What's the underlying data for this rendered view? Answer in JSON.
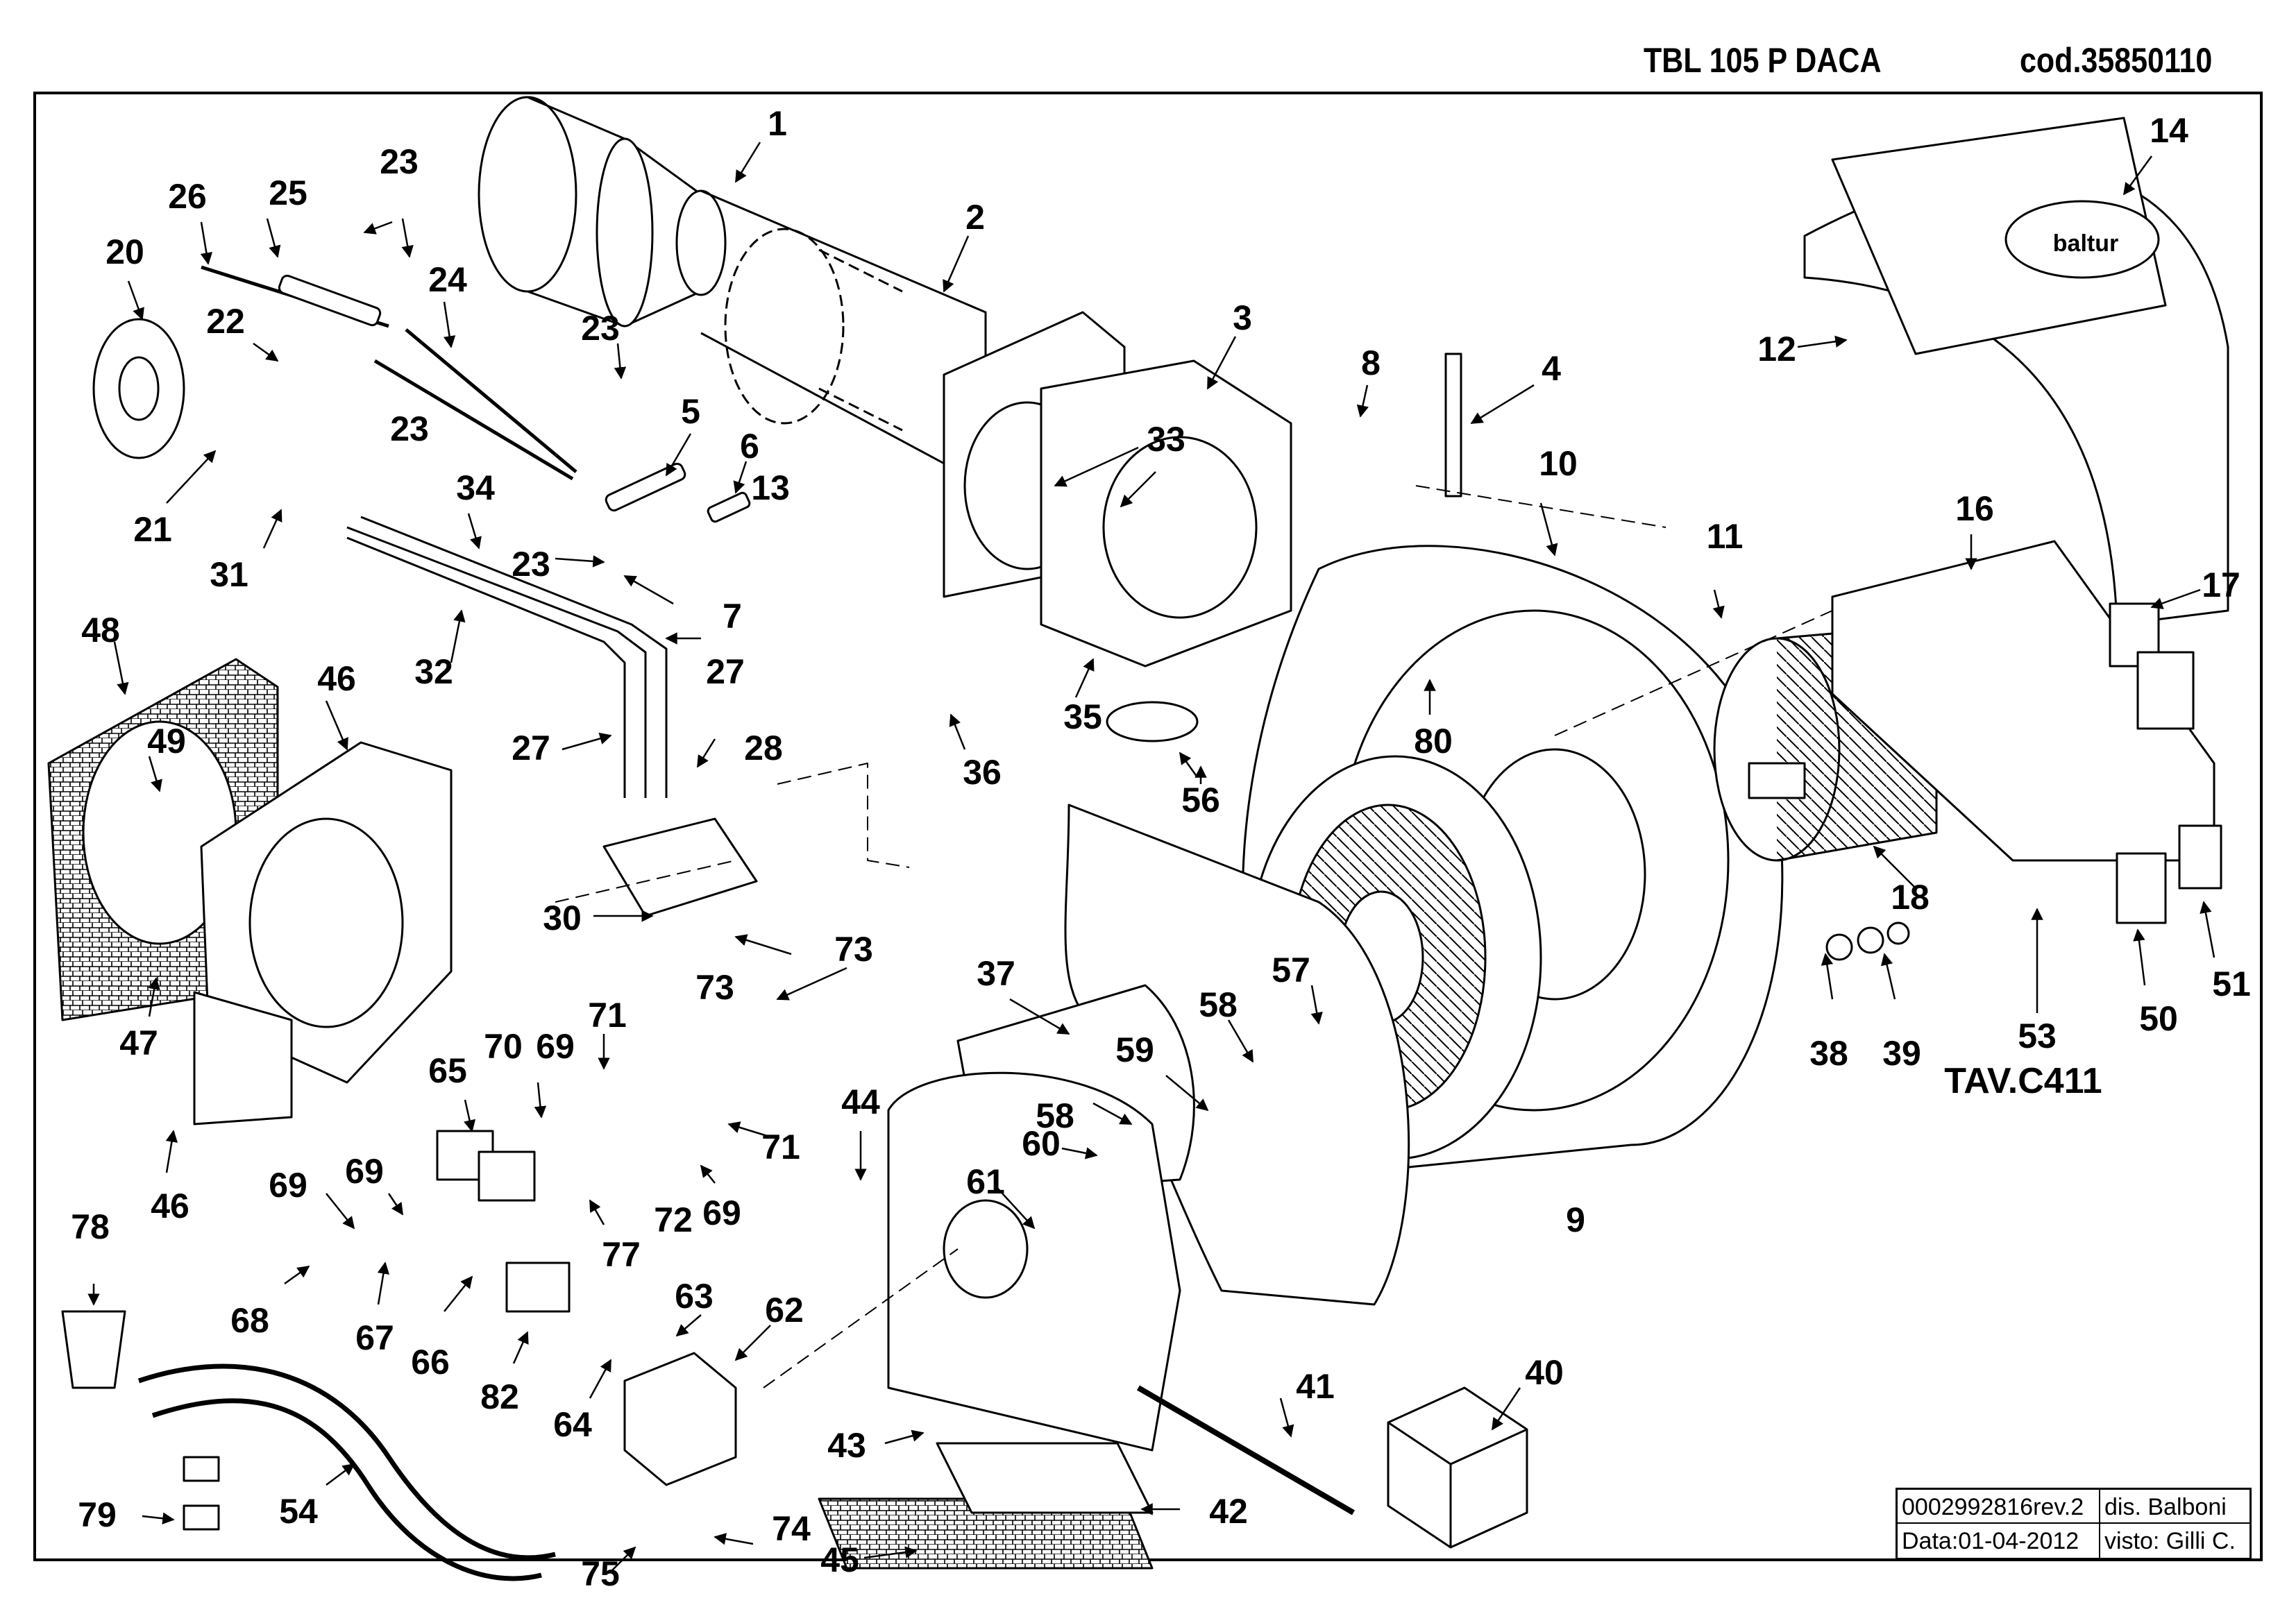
{
  "header": {
    "model": "TBL 105 P  DACA",
    "code": "cod.35850110"
  },
  "table_ref": "TAV.C411",
  "brand": "baltur",
  "title_block": {
    "drawing_number": "0002992816rev.2",
    "drawn_by": "dis. Balboni",
    "date": "Data:01-04-2012",
    "checked_by": "visto: Gilli C."
  },
  "callouts": [
    {
      "id": "c1",
      "label": "1"
    },
    {
      "id": "c2",
      "label": "2"
    },
    {
      "id": "c3",
      "label": "3"
    },
    {
      "id": "c4",
      "label": "4"
    },
    {
      "id": "c5",
      "label": "5"
    },
    {
      "id": "c6",
      "label": "6"
    },
    {
      "id": "c7",
      "label": "7"
    },
    {
      "id": "c8",
      "label": "8"
    },
    {
      "id": "c9",
      "label": "9"
    },
    {
      "id": "c10",
      "label": "10"
    },
    {
      "id": "c11",
      "label": "11"
    },
    {
      "id": "c12",
      "label": "12"
    },
    {
      "id": "c13",
      "label": "13"
    },
    {
      "id": "c14",
      "label": "14"
    },
    {
      "id": "c16",
      "label": "16"
    },
    {
      "id": "c17",
      "label": "17"
    },
    {
      "id": "c18",
      "label": "18"
    },
    {
      "id": "c20",
      "label": "20"
    },
    {
      "id": "c21",
      "label": "21"
    },
    {
      "id": "c22",
      "label": "22"
    },
    {
      "id": "c23a",
      "label": "23"
    },
    {
      "id": "c23b",
      "label": "23"
    },
    {
      "id": "c23c",
      "label": "23"
    },
    {
      "id": "c23d",
      "label": "23"
    },
    {
      "id": "c24",
      "label": "24"
    },
    {
      "id": "c25",
      "label": "25"
    },
    {
      "id": "c26",
      "label": "26"
    },
    {
      "id": "c27a",
      "label": "27"
    },
    {
      "id": "c27b",
      "label": "27"
    },
    {
      "id": "c28",
      "label": "28"
    },
    {
      "id": "c30",
      "label": "30"
    },
    {
      "id": "c31",
      "label": "31"
    },
    {
      "id": "c32",
      "label": "32"
    },
    {
      "id": "c33",
      "label": "33"
    },
    {
      "id": "c34",
      "label": "34"
    },
    {
      "id": "c35",
      "label": "35"
    },
    {
      "id": "c36",
      "label": "36"
    },
    {
      "id": "c37",
      "label": "37"
    },
    {
      "id": "c38",
      "label": "38"
    },
    {
      "id": "c39",
      "label": "39"
    },
    {
      "id": "c40",
      "label": "40"
    },
    {
      "id": "c41",
      "label": "41"
    },
    {
      "id": "c42",
      "label": "42"
    },
    {
      "id": "c43",
      "label": "43"
    },
    {
      "id": "c44",
      "label": "44"
    },
    {
      "id": "c45",
      "label": "45"
    },
    {
      "id": "c46a",
      "label": "46"
    },
    {
      "id": "c46b",
      "label": "46"
    },
    {
      "id": "c47",
      "label": "47"
    },
    {
      "id": "c48",
      "label": "48"
    },
    {
      "id": "c49",
      "label": "49"
    },
    {
      "id": "c50",
      "label": "50"
    },
    {
      "id": "c51",
      "label": "51"
    },
    {
      "id": "c53",
      "label": "53"
    },
    {
      "id": "c54",
      "label": "54"
    },
    {
      "id": "c56",
      "label": "56"
    },
    {
      "id": "c57",
      "label": "57"
    },
    {
      "id": "c58a",
      "label": "58"
    },
    {
      "id": "c58b",
      "label": "58"
    },
    {
      "id": "c59",
      "label": "59"
    },
    {
      "id": "c60",
      "label": "60"
    },
    {
      "id": "c61",
      "label": "61"
    },
    {
      "id": "c62",
      "label": "62"
    },
    {
      "id": "c63",
      "label": "63"
    },
    {
      "id": "c64",
      "label": "64"
    },
    {
      "id": "c65",
      "label": "65"
    },
    {
      "id": "c66",
      "label": "66"
    },
    {
      "id": "c67",
      "label": "67"
    },
    {
      "id": "c68",
      "label": "68"
    },
    {
      "id": "c69a",
      "label": "69"
    },
    {
      "id": "c69b",
      "label": "69"
    },
    {
      "id": "c69c",
      "label": "69"
    },
    {
      "id": "c69d",
      "label": "69"
    },
    {
      "id": "c70",
      "label": "70"
    },
    {
      "id": "c71a",
      "label": "71"
    },
    {
      "id": "c71b",
      "label": "71"
    },
    {
      "id": "c72",
      "label": "72"
    },
    {
      "id": "c73a",
      "label": "73"
    },
    {
      "id": "c73b",
      "label": "73"
    },
    {
      "id": "c74",
      "label": "74"
    },
    {
      "id": "c75",
      "label": "75"
    },
    {
      "id": "c77",
      "label": "77"
    },
    {
      "id": "c78",
      "label": "78"
    },
    {
      "id": "c79",
      "label": "79"
    },
    {
      "id": "c80",
      "label": "80"
    },
    {
      "id": "c82",
      "label": "82"
    }
  ]
}
